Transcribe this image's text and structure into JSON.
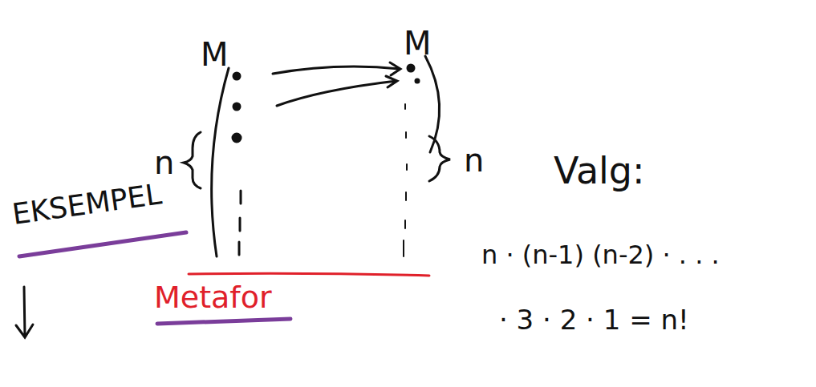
{
  "diagram": {
    "labels": [
      "M",
      "M",
      "n",
      "n",
      "EKSEMPEL",
      "Metafor",
      "Valg:",
      "n · (n-1) (n-2) · . . .",
      "· 3 · 2 · 1 = n!"
    ]
  }
}
